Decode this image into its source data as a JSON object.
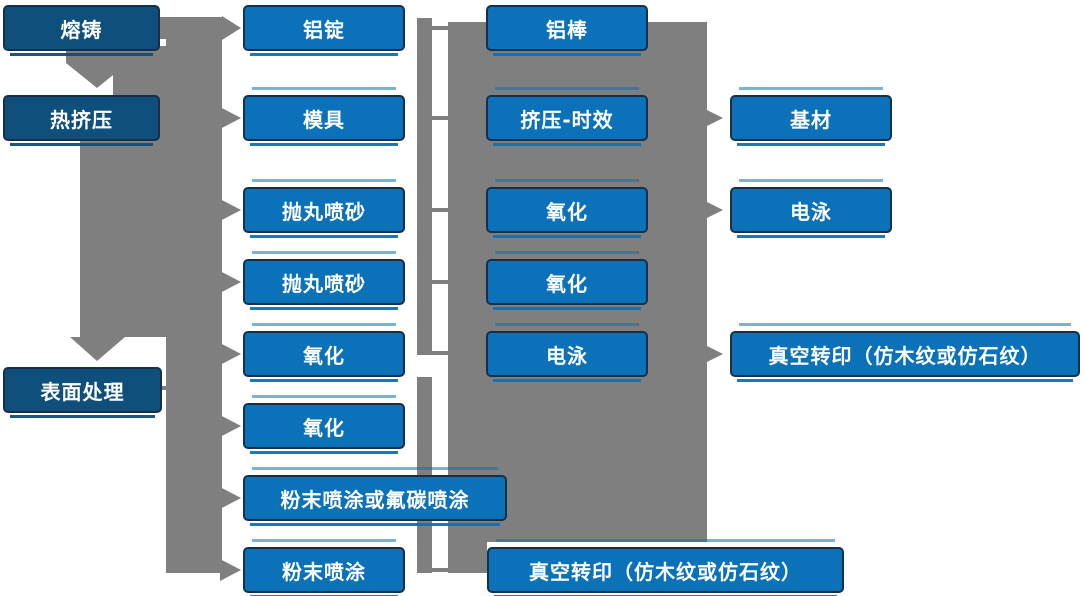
{
  "colors": {
    "node_blue": "#0b72ba",
    "node_dark": "#0e4f7c",
    "node_border": "#15304a",
    "node_text": "#ffffff",
    "connector_gray": "#7f7f7f",
    "background": "#ffffff"
  },
  "nodes": {
    "melting": {
      "label": "熔铸"
    },
    "hot_extrusion": {
      "label": "热挤压"
    },
    "surface_treatment": {
      "label": "表面处理"
    },
    "aluminum_ingot": {
      "label": "铝锭"
    },
    "mold": {
      "label": "模具"
    },
    "shot_blasting_1": {
      "label": "抛丸喷砂"
    },
    "shot_blasting_2": {
      "label": "抛丸喷砂"
    },
    "oxidation_1": {
      "label": "氧化"
    },
    "oxidation_2": {
      "label": "氧化"
    },
    "powder_or_fluorocarbon_coating": {
      "label": "粉末喷涂或氟碳喷涂"
    },
    "powder_coating": {
      "label": "粉末喷涂"
    },
    "aluminum_rod": {
      "label": "铝棒"
    },
    "extrusion_aging": {
      "label": "挤压-时效"
    },
    "oxidation_3": {
      "label": "氧化"
    },
    "oxidation_4": {
      "label": "氧化"
    },
    "electrophoresis_1": {
      "label": "电泳"
    },
    "vacuum_transfer_1": {
      "label": "真空转印（仿木纹或仿石纹）"
    },
    "base_material": {
      "label": "基材"
    },
    "electrophoresis_2": {
      "label": "电泳"
    },
    "vacuum_transfer_2": {
      "label": "真空转印（仿木纹或仿石纹）"
    }
  },
  "edges": [
    [
      "melting",
      "aluminum_ingot"
    ],
    [
      "melting",
      "hot_extrusion"
    ],
    [
      "hot_extrusion",
      "mold"
    ],
    [
      "hot_extrusion",
      "shot_blasting_1"
    ],
    [
      "hot_extrusion",
      "shot_blasting_2"
    ],
    [
      "hot_extrusion",
      "oxidation_1"
    ],
    [
      "hot_extrusion",
      "surface_treatment"
    ],
    [
      "surface_treatment",
      "oxidation_2"
    ],
    [
      "surface_treatment",
      "powder_or_fluorocarbon_coating"
    ],
    [
      "surface_treatment",
      "powder_coating"
    ],
    [
      "aluminum_ingot",
      "aluminum_rod"
    ],
    [
      "mold",
      "extrusion_aging"
    ],
    [
      "shot_blasting_1",
      "oxidation_3"
    ],
    [
      "shot_blasting_2",
      "oxidation_4"
    ],
    [
      "oxidation_1",
      "electrophoresis_1"
    ],
    [
      "extrusion_aging",
      "base_material"
    ],
    [
      "oxidation_3",
      "electrophoresis_2"
    ],
    [
      "electrophoresis_1",
      "vacuum_transfer_2"
    ],
    [
      "powder_coating",
      "vacuum_transfer_1"
    ]
  ]
}
